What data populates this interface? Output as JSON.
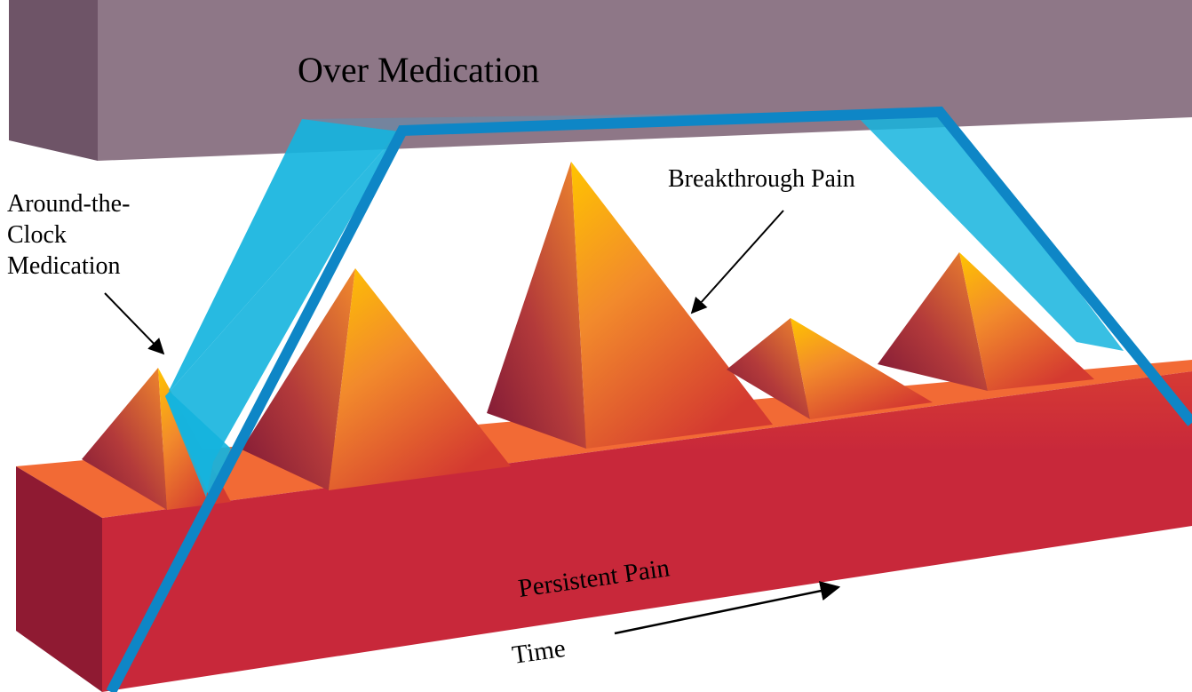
{
  "labels": {
    "over_medication": "Over Medication",
    "atc_line1": "Around-the-",
    "atc_line2": "Clock",
    "atc_line3": "Medication",
    "breakthrough_pain": "Breakthrough Pain",
    "persistent_pain": "Persistent Pain",
    "time": "Time"
  },
  "colors": {
    "over_medication_front": "#8e7787",
    "over_medication_side": "#6e5467",
    "over_medication_bottom": "#7a6276",
    "medication_band": "#15b4de",
    "medication_edge": "#0e86c6",
    "persistent_front": "#c8283a",
    "persistent_side": "#8f1a32",
    "persistent_top": "#f26a35",
    "peak_light": "#ffc400",
    "peak_mid": "#f08030",
    "peak_dark": "#8e1c35"
  }
}
